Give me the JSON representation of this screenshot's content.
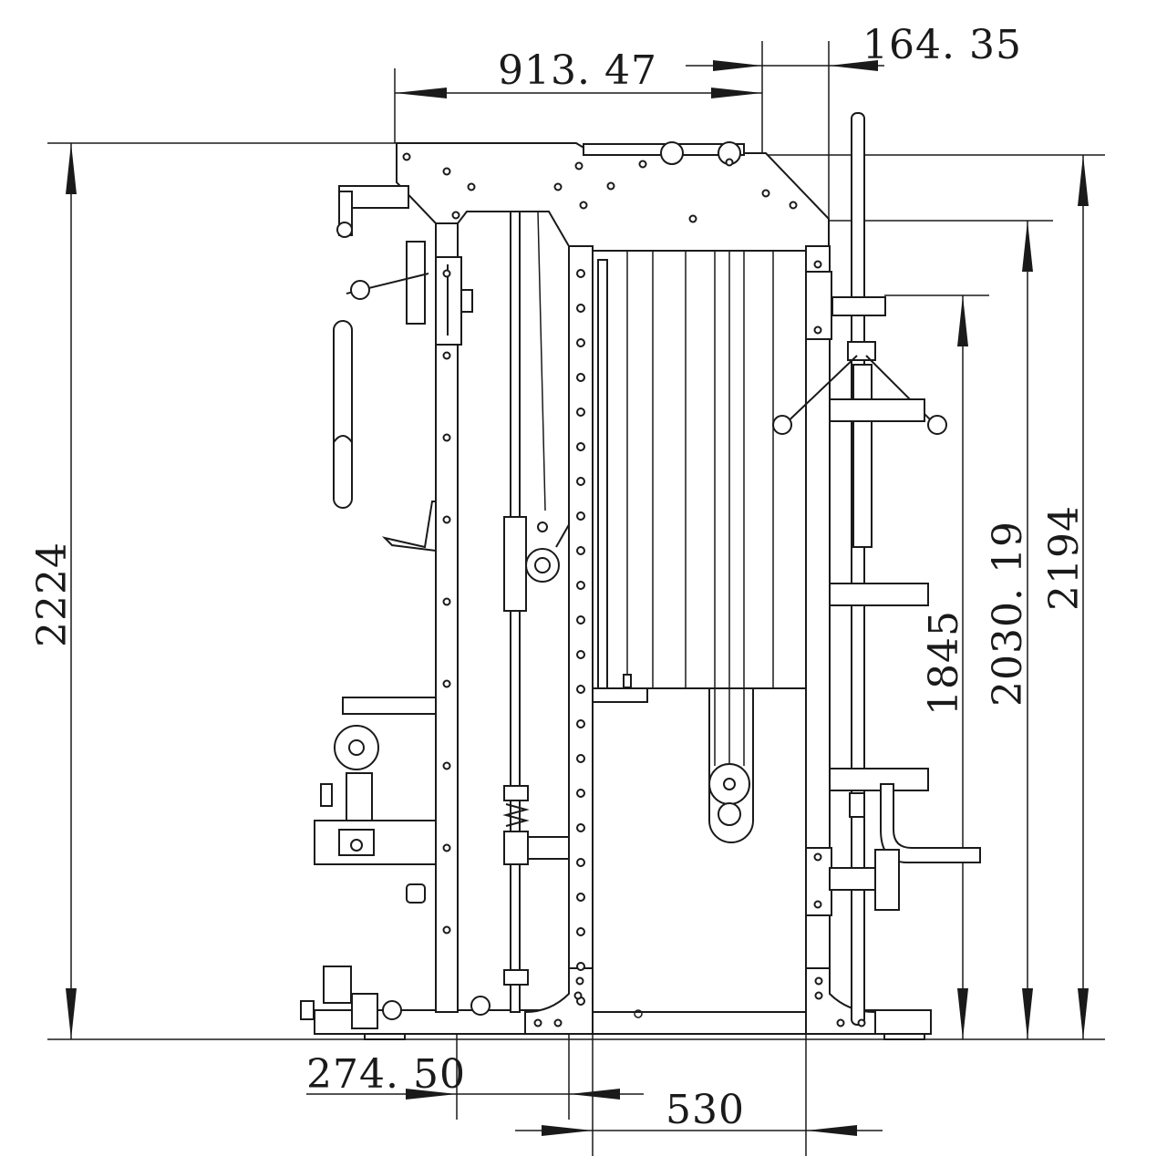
{
  "drawing": {
    "subject": "multi-function power rack with cable stack, side elevation",
    "line_color": "#1a1a1a",
    "background": "#ffffff"
  },
  "dimensions": {
    "top_width": "913. 47",
    "top_offset": "164. 35",
    "total_height": "2224",
    "upright_height": "2194",
    "frame_height": "2030. 19",
    "inner_height": "1845",
    "bottom_left": "274. 50",
    "bottom_center": "530"
  }
}
